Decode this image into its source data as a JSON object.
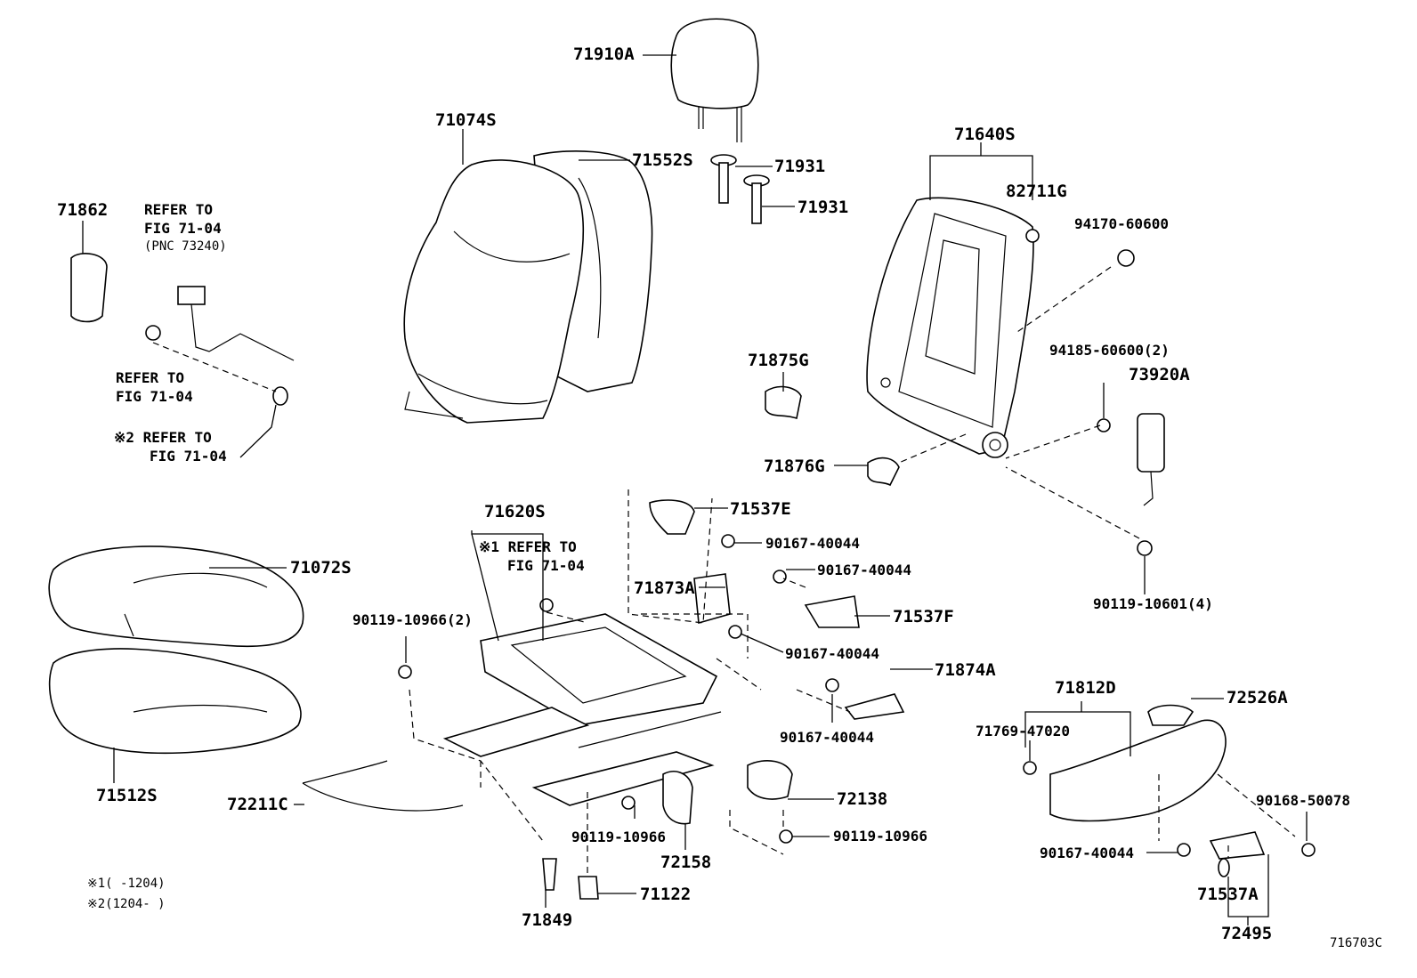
{
  "labels": {
    "p71910A": "71910A",
    "p71074S": "71074S",
    "p71552S": "71552S",
    "p71931a": "71931",
    "p71931b": "71931",
    "p71640S": "71640S",
    "p82711G": "82711G",
    "p94170": "94170-60600",
    "p94185": "94185-60600(2)",
    "p73920A": "73920A",
    "p71875G": "71875G",
    "p71876G": "71876G",
    "p71862": "71862",
    "refer1a": "REFER TO",
    "refer1b": "FIG 71-04",
    "refer1c": "(PNC 73240)",
    "refer2a": "REFER TO",
    "refer2b": "FIG 71-04",
    "refer3a": "※2 REFER TO",
    "refer3b": "FIG 71-04",
    "p71620S": "71620S",
    "refer4a": "※1 REFER TO",
    "refer4b": "FIG 71-04",
    "p71537E": "71537E",
    "p90167a": "90167-40044",
    "p90167b": "90167-40044",
    "p71873A": "71873A",
    "p71537F": "71537F",
    "p90167c": "90167-40044",
    "p71874A": "71874A",
    "p90167d": "90167-40044",
    "p90119_4": "90119-10601(4)",
    "p71072S": "71072S",
    "p71512S": "71512S",
    "p90119_2": "90119-10966(2)",
    "p72211C": "72211C",
    "p90119a": "90119-10966",
    "p72158": "72158",
    "p72138": "72138",
    "p90119b": "90119-10966",
    "p71849": "71849",
    "p71122": "71122",
    "p71812D": "71812D",
    "p72526A": "72526A",
    "p71769": "71769-47020",
    "p90168": "90168-50078",
    "p90167e": "90167-40044",
    "p71537A": "71537A",
    "p72495": "72495",
    "note1": "※1(     -1204)",
    "note2": "※2(1204-     )",
    "figno": "716703C"
  }
}
